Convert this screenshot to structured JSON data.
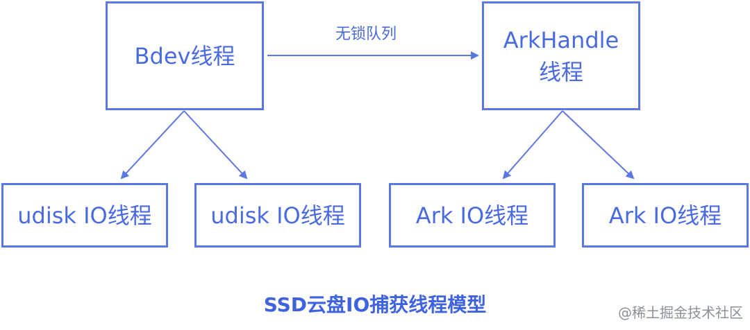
{
  "colors": {
    "accent": "#5b78e0",
    "text": "#4a6ae0",
    "caption": "#3f63de",
    "watermark": "#8a8f99"
  },
  "nodes": {
    "bdev": "Bdev线程",
    "arkhandle_line1": "ArkHandle",
    "arkhandle_line2": "线程",
    "udisk_io_1": "udisk IO线程",
    "udisk_io_2": "udisk IO线程",
    "ark_io_1": "Ark IO线程",
    "ark_io_2": "Ark IO线程"
  },
  "edges": {
    "lockfree_queue_label": "无锁队列"
  },
  "caption": "SSD云盘IO捕获线程模型",
  "watermark": "@稀土掘金技术社区"
}
